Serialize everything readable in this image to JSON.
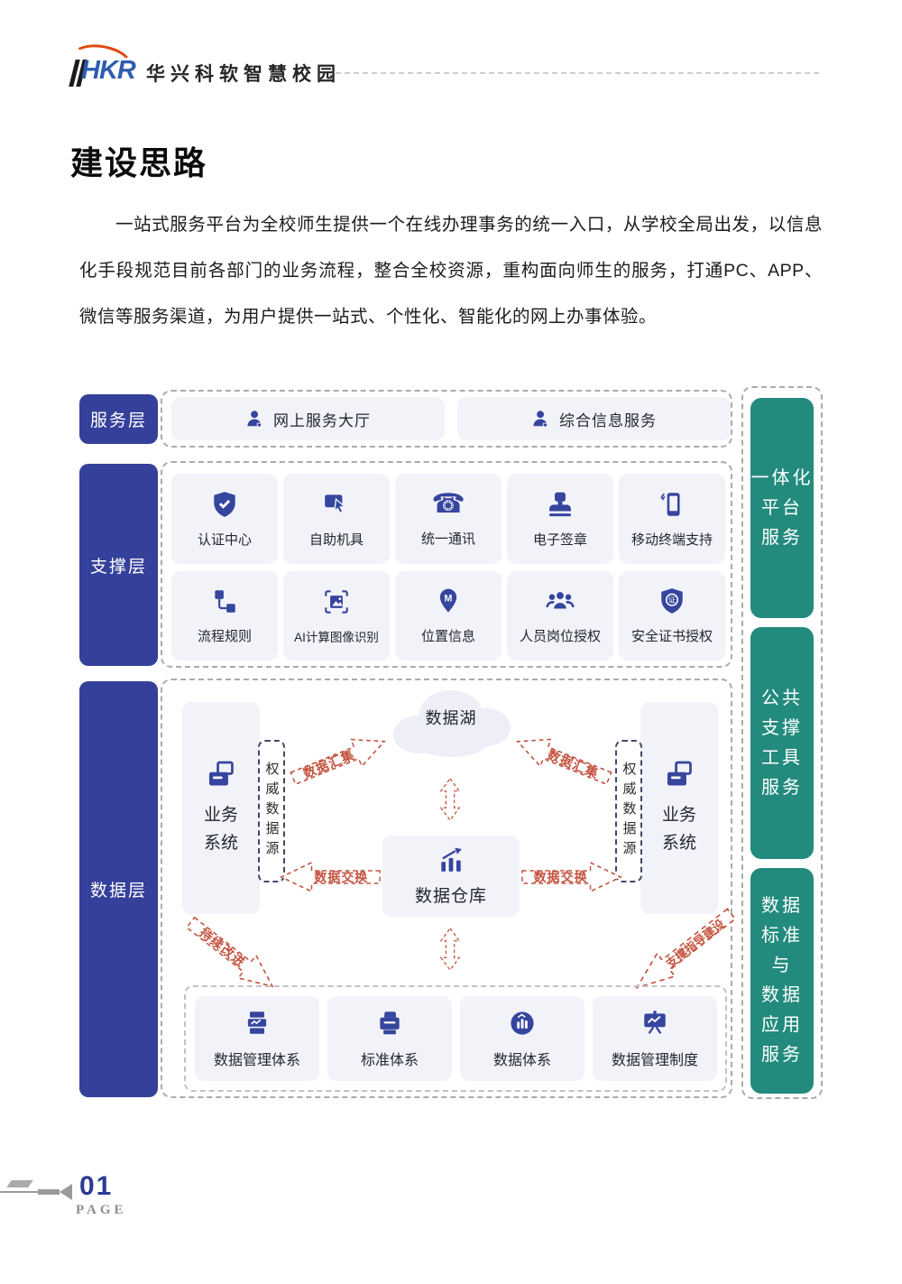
{
  "header": {
    "logo": "HKR",
    "brand": "华兴科软智慧校园"
  },
  "title": "建设思路",
  "intro": "一站式服务平台为全校师生提供一个在线办理事务的统一入口，从学校全局出发，以信息化手段规范目前各部门的业务流程，整合全校资源，重构面向师生的服务，打通PC、APP、微信等服务渠道，为用户提供一站式、个性化、智能化的网上办事体验。",
  "diagram": {
    "service_layer": {
      "label": "服务层",
      "items": [
        {
          "label": "网上服务大厅",
          "icon": "user-icon"
        },
        {
          "label": "综合信息服务",
          "icon": "user-icon"
        }
      ]
    },
    "support_layer": {
      "label": "支撑层",
      "row1": [
        {
          "label": "认证中心",
          "icon": "shield-check-icon"
        },
        {
          "label": "自助机具",
          "icon": "self-service-icon"
        },
        {
          "label": "统一通讯",
          "icon": "phone-icon"
        },
        {
          "label": "电子签章",
          "icon": "stamp-icon"
        },
        {
          "label": "移动终端支持",
          "icon": "mobile-icon"
        }
      ],
      "row2": [
        {
          "label": "流程规则",
          "icon": "flowchart-icon"
        },
        {
          "label": "AI计算图像识别",
          "icon": "image-recognition-icon"
        },
        {
          "label": "位置信息",
          "icon": "map-pin-icon"
        },
        {
          "label": "人员岗位授权",
          "icon": "people-icon"
        },
        {
          "label": "安全证书授权",
          "icon": "cert-shield-icon"
        }
      ]
    },
    "data_layer": {
      "label": "数据层",
      "data_lake": "数据湖",
      "data_warehouse": "数据仓库",
      "left_system": "业务系统",
      "right_system": "业务系统",
      "left_source": "权威数据源",
      "right_source": "权威数据源",
      "arrow_collect_left": "数据汇集",
      "arrow_collect_right": "数据汇集",
      "arrow_exchange_left": "数据交换",
      "arrow_exchange_right": "数据交换",
      "arrow_improve": "持续改进",
      "arrow_guide": "支撑指导建设",
      "bottom_items": [
        {
          "label": "数据管理体系",
          "icon": "archive-icon"
        },
        {
          "label": "标准体系",
          "icon": "printer-icon"
        },
        {
          "label": "数据体系",
          "icon": "donut-chart-icon"
        },
        {
          "label": "数据管理制度",
          "icon": "presentation-icon"
        }
      ]
    },
    "sidebar": {
      "groups": [
        {
          "lines": [
            "一体化",
            "平台",
            "服务"
          ]
        },
        {
          "lines": [
            "公共",
            "支撑",
            "工具",
            "服务"
          ]
        },
        {
          "lines": [
            "数据",
            "标准",
            "与",
            "数据",
            "应用",
            "服务"
          ]
        }
      ]
    }
  },
  "icon_glyphs": {
    "phone": "☎",
    "map_letter": "M",
    "cert_char": "证"
  },
  "footer": {
    "page_number": "01",
    "page_label": "PAGE"
  },
  "colors": {
    "primary_blue": "#35409a",
    "icon_navy": "#36459e",
    "teal": "#238b7d",
    "arrow_red": "#c4533f",
    "card_bg": "#f2f3f8"
  }
}
